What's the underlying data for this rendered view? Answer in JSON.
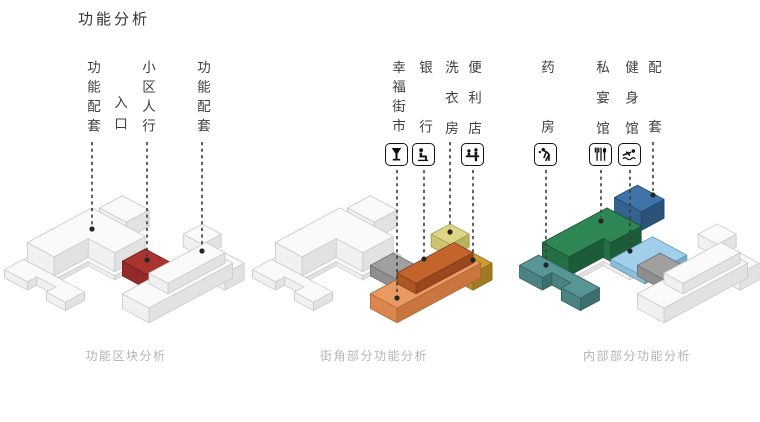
{
  "title": "功能分析",
  "palette": {
    "white": {
      "top": "#fafafa",
      "left": "#f0f0f0",
      "right": "#e2e2e2",
      "stroke": "#c6c6c6"
    },
    "red": {
      "top": "#a83430",
      "left": "#942b28",
      "right": "#7f2421",
      "stroke": "#6f1f1d"
    },
    "gray": {
      "top": "#a0a0a0",
      "left": "#8e8e8e",
      "right": "#7b7b7b",
      "stroke": "#6a6a6a"
    },
    "orange": {
      "top": "#e99a62",
      "left": "#da864d",
      "right": "#c97540",
      "stroke": "#b06335"
    },
    "rust": {
      "top": "#c2642b",
      "left": "#ae5524",
      "right": "#99471d",
      "stroke": "#7e3a18"
    },
    "paleyellow": {
      "top": "#ddd687",
      "left": "#ccc471",
      "right": "#b8b15f",
      "stroke": "#9e9748"
    },
    "gold": {
      "top": "#cb9d30",
      "left": "#b78a28",
      "right": "#a17920",
      "stroke": "#8a671a"
    },
    "teal": {
      "top": "#579694",
      "left": "#4a8381",
      "right": "#3d6f6e",
      "stroke": "#325c5b"
    },
    "green": {
      "top": "#2e8655",
      "left": "#256f45",
      "right": "#1d5c38",
      "stroke": "#174d2e"
    },
    "lightblue": {
      "top": "#a0cfec",
      "left": "#8bbeda",
      "right": "#77aac7",
      "stroke": "#6495b1"
    },
    "darkblue": {
      "top": "#3f74a9",
      "left": "#356390",
      "right": "#2b527b",
      "stroke": "#234466"
    }
  },
  "line_style": {
    "stroke": "#3a3a3a",
    "dot": "#262626"
  },
  "panels": [
    {
      "caption": "功能区块分析",
      "labels": [
        {
          "text": "功能配套"
        },
        {
          "text": "小区人行",
          "text2": "入口"
        },
        {
          "text": "功能配套"
        }
      ],
      "block_colors": {
        "base": "white",
        "l_building": "white",
        "ne_box": "white",
        "pale_box": "white",
        "gold_box": "white",
        "mid_box": "red",
        "front_slabs": "white",
        "right_bar": "white",
        "right_upper": "white"
      }
    },
    {
      "caption": "街角部分功能分析",
      "labels": [
        {
          "text": "幸福街市",
          "icon": "wine-glass"
        },
        {
          "text": "银行",
          "icon": "seated-person"
        },
        {
          "text": "洗衣房"
        },
        {
          "text": "便利店",
          "icon": "checkout-counter"
        }
      ],
      "block_colors": {
        "base": "white",
        "l_building": "white",
        "ne_box": "white",
        "pale_box": "paleyellow",
        "gold_box": "gold",
        "mid_box": "gray",
        "front_slabs": "white",
        "right_bar": "orange",
        "right_upper": "rust"
      }
    },
    {
      "caption": "内部部分功能分析",
      "labels": [
        {
          "text": "药房",
          "icon": "bending-person"
        },
        {
          "text": "私宴馆",
          "icon": "cutlery"
        },
        {
          "text": "健身馆",
          "icon": "swimmer"
        },
        {
          "text": "配套"
        }
      ],
      "block_colors": {
        "base": "white",
        "green_l": "green",
        "plaza": "lightblue",
        "ne_box": "darkblue",
        "pale_box": "white",
        "gold_box": "white",
        "mid_box": "gray",
        "front_slabs": "teal",
        "right_bar": "white",
        "right_upper": "white"
      }
    }
  ]
}
